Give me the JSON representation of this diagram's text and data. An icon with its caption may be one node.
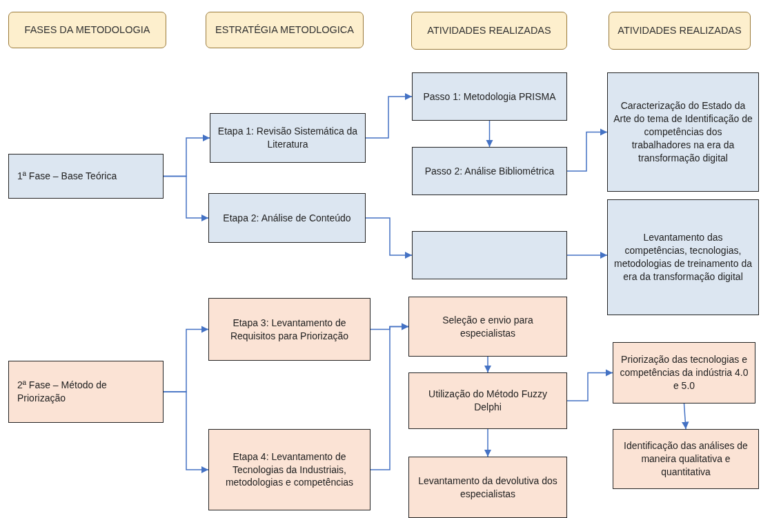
{
  "diagram": {
    "nodes": [
      {
        "text": [
          "FASES DA METODOLOGIA"
        ]
      },
      {
        "text": [
          "ESTRATÉGIA METODLOGICA"
        ]
      },
      {
        "text": [
          "ATIVIDADES REALIZADAS"
        ]
      },
      {
        "text": [
          "ATIVIDADES REALIZADAS"
        ]
      },
      {
        "text": [
          "1ª Fase – Base Teórica"
        ]
      },
      {
        "text": [
          "Etapa 1: Revisão Sistemática da Literatura"
        ]
      },
      {
        "text": [
          "Etapa 2: Análise de Conteúdo"
        ]
      },
      {
        "text": [
          "Passo 1: Metodologia PRISMA"
        ]
      },
      {
        "text": [
          "Passo 2: Análise Bibliométrica"
        ]
      },
      {
        "text": [],
        "shape": "box"
      },
      {
        "text": [
          "Caracterização do Estado da Arte do tema de Identificação de competências dos trabalhadores na era da transformação digital"
        ]
      },
      {
        "text": [
          "Levantamento das competências, tecnologias, metodologias de treinamento da era da transformação digital"
        ]
      },
      {
        "text": [
          "2ª Fase – Método de Priorização"
        ]
      },
      {
        "text": [
          "Etapa 3: Levantamento de Requisitos para Priorização"
        ]
      },
      {
        "text": [
          "Etapa 4: Levantamento de Tecnologias da Industriais, metodologias e competências"
        ]
      },
      {
        "text": [
          "Seleção e envio para especialistas"
        ]
      },
      {
        "text": [
          "Utilização do Método Fuzzy Delphi"
        ]
      },
      {
        "text": [
          "Levantamento da devolutiva dos especialistas"
        ]
      },
      {
        "text": [
          "Priorização das tecnologias e competências da indústria 4.0 e 5.0"
        ]
      },
      {
        "text": [
          "Identificação das análises de maneira qualitativa e quantitativa"
        ]
      }
    ],
    "edges": [
      {
        "from": 4,
        "to": 5,
        "arrow": "to"
      },
      {
        "from": 4,
        "to": 6,
        "arrow": "to"
      },
      {
        "from": 5,
        "to": 7,
        "arrow": "to"
      },
      {
        "from": 7,
        "to": 8,
        "arrow": "to"
      },
      {
        "from": 8,
        "to": 10,
        "arrow": "to"
      },
      {
        "from": 6,
        "to": 9,
        "arrow": "to"
      },
      {
        "from": 9,
        "to": 11,
        "arrow": "to"
      },
      {
        "from": 12,
        "to": 13,
        "arrow": "to"
      },
      {
        "from": 12,
        "to": 14,
        "arrow": "to"
      },
      {
        "from": 13,
        "to": 15,
        "arrow": "to"
      },
      {
        "from": 14,
        "to": 15,
        "arrow": "to"
      },
      {
        "from": 15,
        "to": 16,
        "arrow": "to"
      },
      {
        "from": 16,
        "to": 17,
        "arrow": "to"
      },
      {
        "from": 16,
        "to": 18,
        "arrow": "to"
      },
      {
        "from": 18,
        "to": 19,
        "arrow": "to"
      }
    ]
  }
}
